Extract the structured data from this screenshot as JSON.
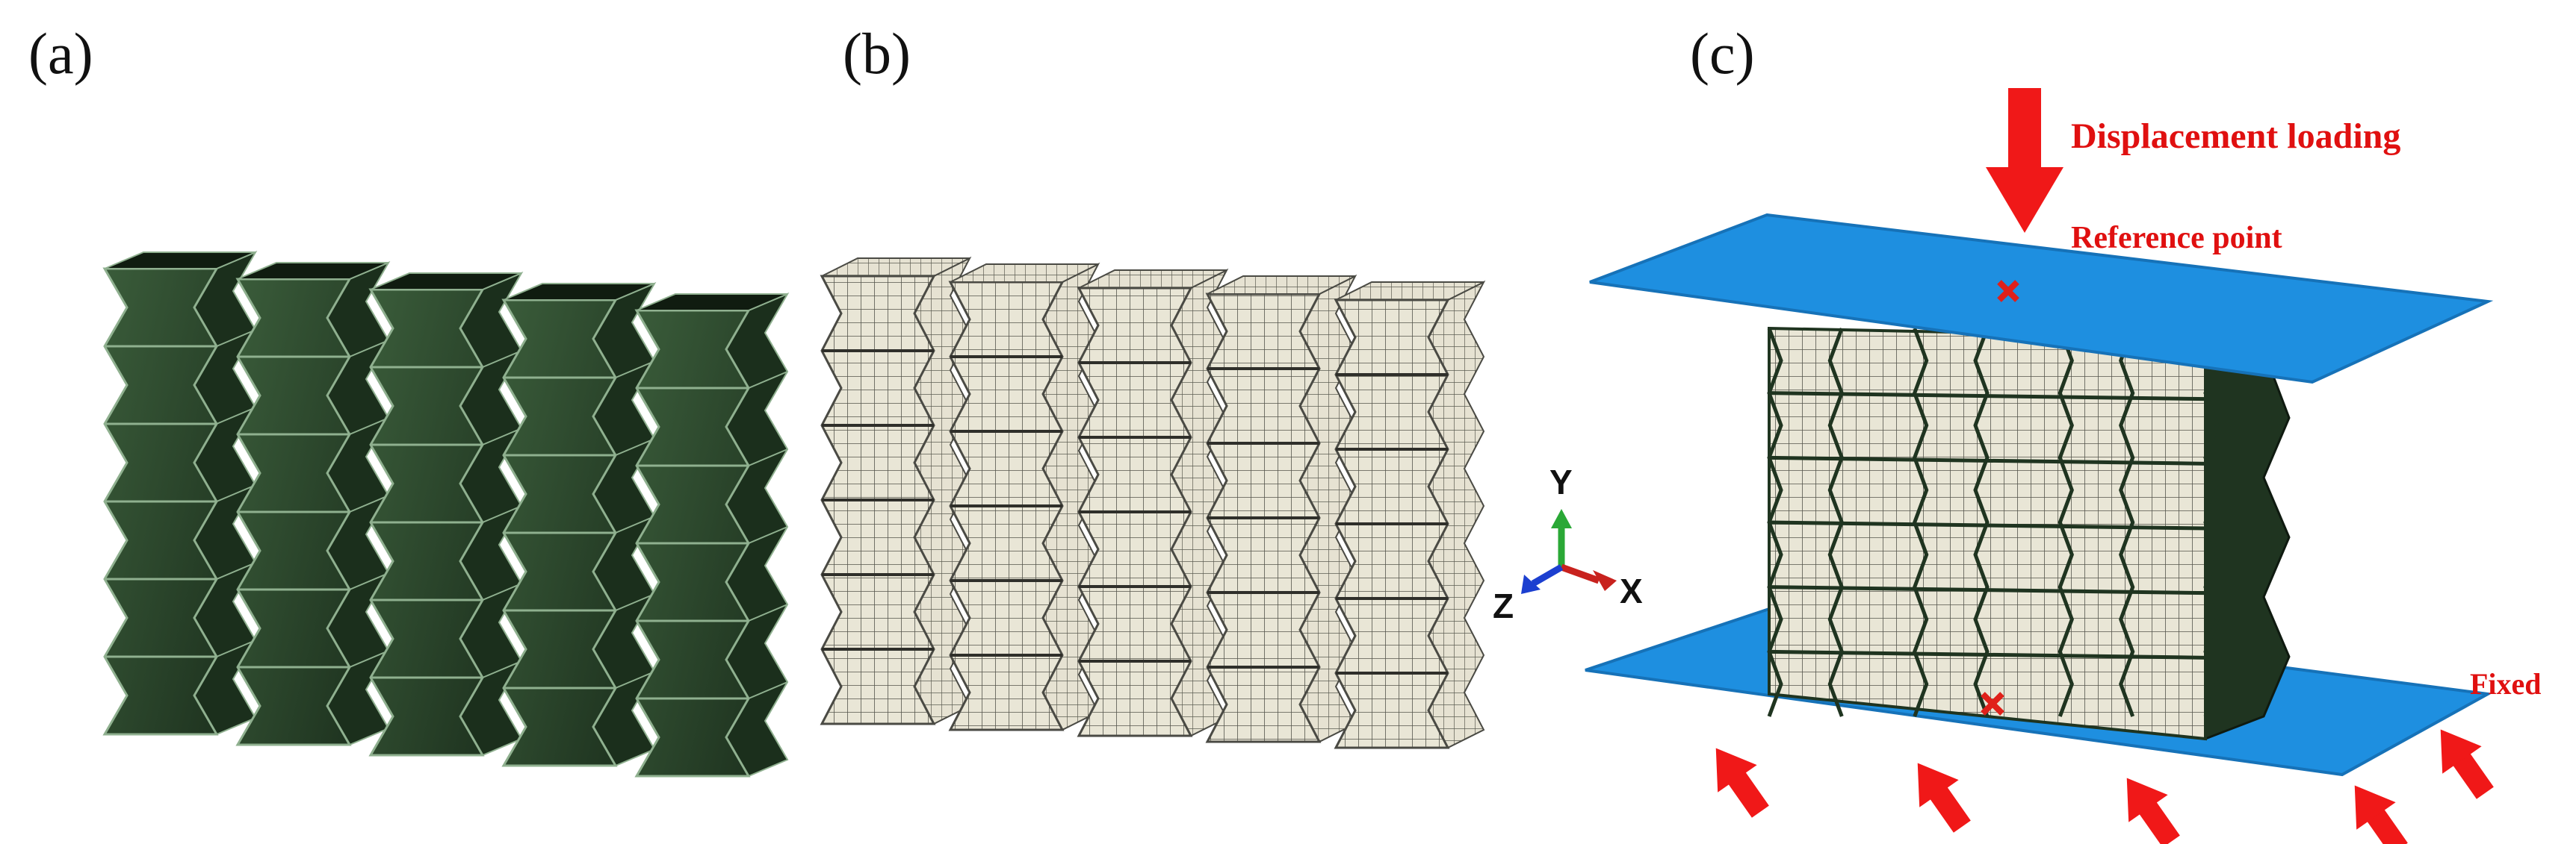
{
  "panels": [
    {
      "label": "(a)"
    },
    {
      "label": "(b)"
    },
    {
      "label": "(c)"
    }
  ],
  "annotations": {
    "displacement_loading": "Displacement loading",
    "reference_point": "Reference point",
    "fixed": "Fixed"
  },
  "axes_triad": {
    "y": "Y",
    "z": "Z",
    "x": "X"
  },
  "colors": {
    "model_green": "#2c4a2d",
    "model_green_dark": "#1b2f1c",
    "model_green_edge": "#8fb08f",
    "mesh_fill": "#e9e6d6",
    "mesh_line": "#4a4a44",
    "plate_blue": "#1e8fe0",
    "plate_blue_edge": "#1672b8",
    "arrow_red": "#f01818",
    "axis_y": "#2aa836",
    "axis_x": "#c8221e",
    "axis_z": "#1c3fd0"
  }
}
